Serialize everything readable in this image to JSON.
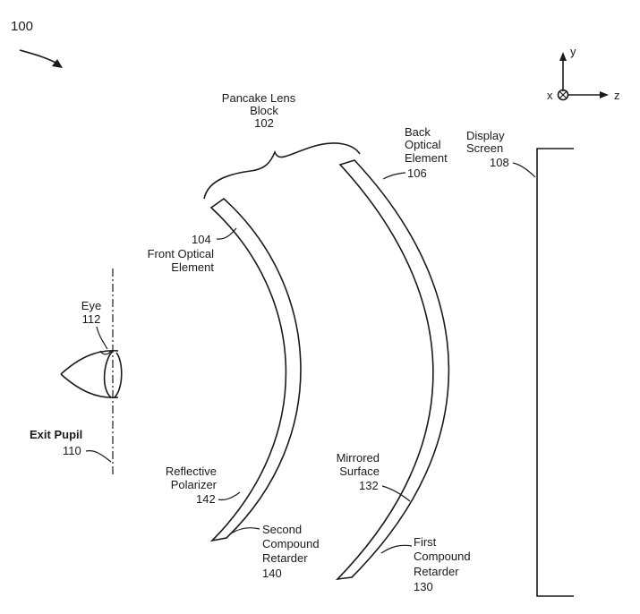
{
  "figure_number": "100",
  "axes": {
    "x": "x",
    "y": "y",
    "z": "z"
  },
  "labels": {
    "pancake_block": [
      "Pancake Lens",
      "Block",
      "102"
    ],
    "back_optical": [
      "Back",
      "Optical",
      "Element",
      "106"
    ],
    "display_screen": [
      "Display",
      "Screen",
      "108"
    ],
    "front_optical": [
      "104",
      "Front Optical",
      "Element"
    ],
    "eye": [
      "Eye",
      "112"
    ],
    "exit_pupil": [
      "Exit Pupil",
      "110"
    ],
    "reflective_polarizer": [
      "Reflective",
      "Polarizer",
      "142"
    ],
    "second_compound": [
      "Second",
      "Compound",
      "Retarder",
      "140"
    ],
    "mirrored_surface": [
      "Mirrored",
      "Surface",
      "132"
    ],
    "first_compound": [
      "First",
      "Compound",
      "Retarder",
      "130"
    ]
  }
}
